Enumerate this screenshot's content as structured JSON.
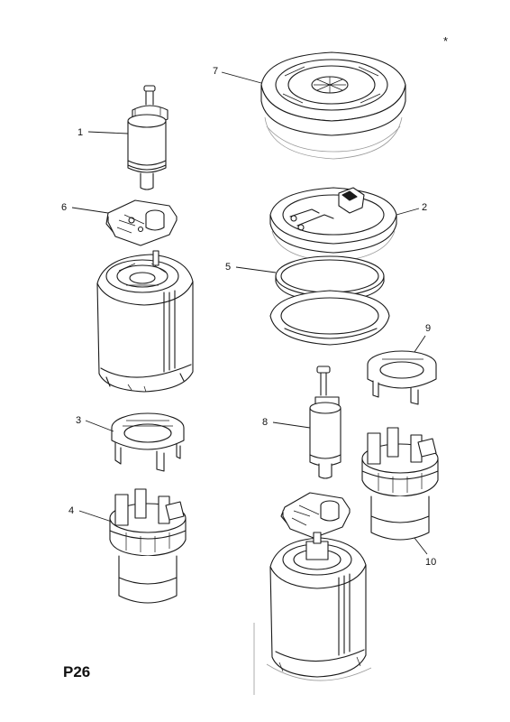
{
  "page_code": "P26",
  "corner_mark": "*",
  "callouts": [
    {
      "id": "1",
      "label": "1"
    },
    {
      "id": "2",
      "label": "2"
    },
    {
      "id": "3",
      "label": "3"
    },
    {
      "id": "4",
      "label": "4"
    },
    {
      "id": "5",
      "label": "5"
    },
    {
      "id": "6",
      "label": "6"
    },
    {
      "id": "7",
      "label": "7"
    },
    {
      "id": "8",
      "label": "8"
    },
    {
      "id": "9",
      "label": "9"
    },
    {
      "id": "10",
      "label": "10"
    }
  ]
}
